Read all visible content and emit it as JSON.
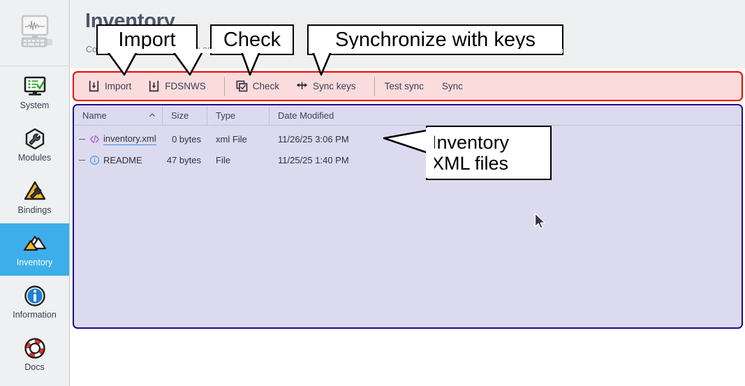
{
  "sidebar": {
    "logo_icon": "seismograph-computer-logo",
    "items": [
      {
        "label": "System",
        "icon": "monitor-checklist-icon",
        "active": false
      },
      {
        "label": "Modules",
        "icon": "wrench-box-icon",
        "active": false
      },
      {
        "label": "Bindings",
        "icon": "warning-wrench-icon",
        "active": false
      },
      {
        "label": "Inventory",
        "icon": "mountains-icon",
        "active": true
      },
      {
        "label": "Information",
        "icon": "info-circle-icon",
        "active": false
      },
      {
        "label": "Docs",
        "icon": "lifebuoy-icon",
        "active": false
      }
    ]
  },
  "header": {
    "title": "Inventory",
    "subtitle": "Configure the inventory of the server"
  },
  "toolbar": {
    "buttons": [
      {
        "label": "Import",
        "icon": "download-icon"
      },
      {
        "label": "FDSNWS",
        "icon": "download-icon"
      },
      {
        "label": "Check",
        "icon": "checkbox-stack-icon"
      },
      {
        "label": "Sync keys",
        "icon": "sync-arrows-icon"
      }
    ],
    "text_actions": [
      {
        "label": "Test sync"
      },
      {
        "label": "Sync"
      }
    ]
  },
  "file_list": {
    "columns": [
      {
        "label": "Name",
        "sort": "asc",
        "sort_icon": "chevron-up-icon"
      },
      {
        "label": "Size",
        "sort": ""
      },
      {
        "label": "Type",
        "sort": ""
      },
      {
        "label": "Date Modified",
        "sort": ""
      }
    ],
    "rows": [
      {
        "name": "inventory.xml",
        "size": "0 bytes",
        "type": "xml File",
        "date": "11/26/25 3:06 PM",
        "icon": "code-tag-icon",
        "linked": true
      },
      {
        "name": "README",
        "size": "47 bytes",
        "type": "File",
        "date": "11/25/25 1:40 PM",
        "icon": "info-circle-icon",
        "linked": false
      }
    ]
  },
  "annotations": [
    {
      "id": "import",
      "text": "Import"
    },
    {
      "id": "check",
      "text": "Check"
    },
    {
      "id": "sync-keys",
      "text": "Synchronize with keys"
    },
    {
      "id": "xml-files",
      "text": "Inventory\nXML files"
    }
  ],
  "colors": {
    "accent_blue": "#3daee9",
    "toolbar_highlight_border": "#f40000",
    "toolbar_highlight_fill": "#fadcdc",
    "panel_highlight_border": "#1a0a8e",
    "panel_fill": "#dcdaee",
    "sidebar_bg": "#eff0f1",
    "link_underline": "#3d8fd1"
  }
}
